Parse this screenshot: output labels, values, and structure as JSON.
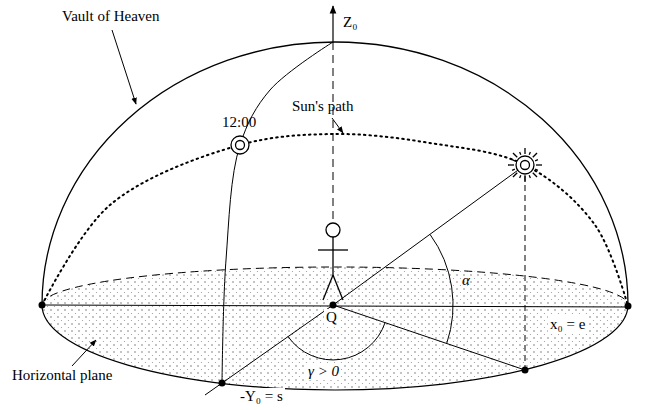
{
  "diagram": {
    "labels": [
      "Vault of Heaven",
      "12:00",
      "Sun's path",
      "Z₀",
      "Q",
      "α",
      "γ > 0",
      "x₀ = e",
      "-Y₀ = s",
      "Horizontal plane"
    ]
  }
}
